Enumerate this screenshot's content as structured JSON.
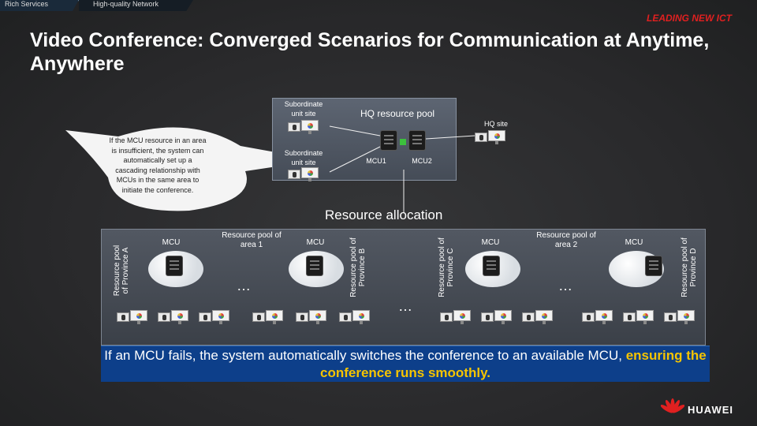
{
  "tabs": [
    "Rich Services",
    "High-quality Network"
  ],
  "brand_slogan": "LEADING NEW ICT",
  "title": "Video Conference: Converged Scenarios for Communication at Anytime, Anywhere",
  "bubble_text": "If the MCU resource in an area is insufficient, the system can automatically set up a cascading relationship with MCUs in the same area to initiate the conference.",
  "hq": {
    "title": "HQ resource pool",
    "subordinate_top": "Subordinate unit site",
    "subordinate_mid": "Subordinate unit site",
    "hq_site": "HQ site",
    "mcu1": "MCU1",
    "mcu2": "MCU2"
  },
  "resource_allocation": "Resource allocation",
  "lower": {
    "province_a": "Resource pool of Province A",
    "province_b": "Resource pool of Province B",
    "province_c": "Resource pool of Province C",
    "province_d": "Resource pool of Province D",
    "area1": "Resource pool of area 1",
    "area2": "Resource pool of area 2",
    "mcu": "MCU",
    "ellipsis": "…"
  },
  "caption": {
    "part1": "If an MCU fails, the system automatically switches the conference to an available MCU,",
    "part2": "ensuring the conference runs smoothly."
  },
  "logo_text": "HUAWEI",
  "colors": {
    "caption_bg": "#0d3f8a",
    "highlight": "#f5c400",
    "brand_red": "#e02020",
    "link_green": "#78c850"
  }
}
